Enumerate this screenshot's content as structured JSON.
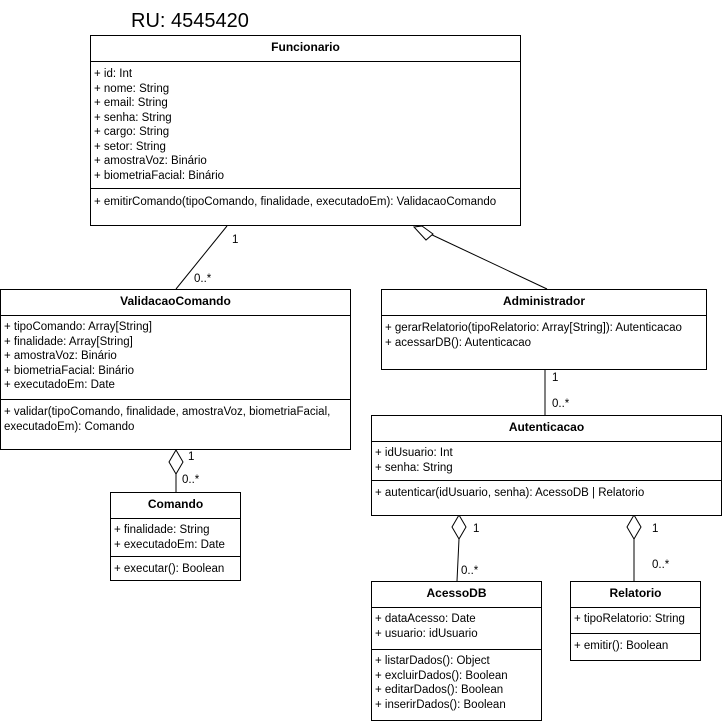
{
  "title": "RU: 4545420",
  "classes": {
    "funcionario": {
      "name": "Funcionario",
      "attributes": [
        "+ id: Int",
        "+ nome: String",
        "+ email: String",
        "+ senha: String",
        "+ cargo: String",
        "+ setor: String",
        "+ amostraVoz: Binário",
        "+ biometriaFacial: Binário"
      ],
      "methods": [
        "+ emitirComando(tipoComando, finalidade, executadoEm): ValidacaoComando"
      ]
    },
    "validacao": {
      "name": "ValidacaoComando",
      "attributes": [
        "+ tipoComando: Array[String]",
        "+ finalidade: Array[String]",
        "+ amostraVoz: Binário",
        "+ biometriaFacial: Binário",
        "+ executadoEm: Date"
      ],
      "methods": [
        "+ validar(tipoComando, finalidade, amostraVoz, biometriaFacial, executadoEm): Comando"
      ]
    },
    "administrador": {
      "name": "Administrador",
      "attributes": [
        "+ gerarRelatorio(tipoRelatorio: Array[String]): Autenticacao",
        "+ acessarDB(): Autenticacao"
      ]
    },
    "comando": {
      "name": "Comando",
      "attributes": [
        "+ finalidade: String",
        "+ executadoEm: Date"
      ],
      "methods": [
        "+ executar(): Boolean"
      ]
    },
    "autenticacao": {
      "name": "Autenticacao",
      "attributes": [
        "+ idUsuario: Int",
        "+ senha: String"
      ],
      "methods": [
        "+ autenticar(idUsuario, senha): AcessoDB | Relatorio"
      ]
    },
    "acessodb": {
      "name": "AcessoDB",
      "attributes": [
        "+ dataAcesso: Date",
        "+ usuario: idUsuario"
      ],
      "methods": [
        "+ listarDados(): Object",
        "+ excluirDados(): Boolean",
        "+ editarDados(): Boolean",
        "+ inserirDados(): Boolean"
      ]
    },
    "relatorio": {
      "name": "Relatorio",
      "attributes": [
        "+ tipoRelatorio: String"
      ],
      "methods": [
        "+ emitir(): Boolean"
      ]
    }
  },
  "multiplicities": {
    "func_validacao_one": "1",
    "func_validacao_many": "0..*",
    "validacao_comando_one": "1",
    "validacao_comando_many": "0..*",
    "admin_auth_one": "1",
    "admin_auth_many": "0..*",
    "auth_acesso_one": "1",
    "auth_acesso_many": "0..*",
    "auth_relatorio_one": "1",
    "auth_relatorio_many": "0..*"
  }
}
